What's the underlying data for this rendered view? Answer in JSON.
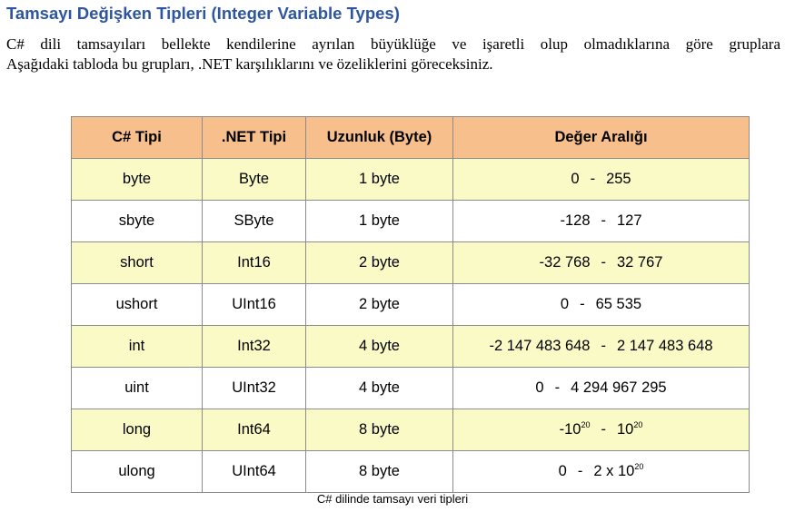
{
  "heading": "Tamsayı Değişken Tipleri (Integer Variable Types)",
  "intro": {
    "line1": "C# dili tamsayıları bellekte kendilerine ayrılan büyüklüğe ve işaretli olup olmadıklarına göre gruplara",
    "line2": "Aşağıdaki tabloda bu grupları, .NET karşılıklarını ve özeliklerini göreceksiniz."
  },
  "table": {
    "headers": [
      "C# Tipi",
      ".NET Tipi",
      "Uzunluk (Byte)",
      "Değer Aralığı"
    ],
    "rows": [
      {
        "cs": "byte",
        "net": "Byte",
        "size": "1 byte",
        "min": "0",
        "max": "255"
      },
      {
        "cs": "sbyte",
        "net": "SByte",
        "size": "1 byte",
        "min": "-128",
        "max": "127"
      },
      {
        "cs": "short",
        "net": "Int16",
        "size": "2 byte",
        "min": "-32 768",
        "max": "32 767"
      },
      {
        "cs": "ushort",
        "net": "UInt16",
        "size": "2 byte",
        "min": "0",
        "max": "65 535"
      },
      {
        "cs": "int",
        "net": "Int32",
        "size": "4 byte",
        "min": "-2 147 483 648",
        "max": "2 147 483 648"
      },
      {
        "cs": "uint",
        "net": "UInt32",
        "size": "4 byte",
        "min": "0",
        "max": "4 294 967 295"
      },
      {
        "cs": "long",
        "net": "Int64",
        "size": "8 byte",
        "min": "-10",
        "min_exp": "20",
        "max": "10",
        "max_exp": "20"
      },
      {
        "cs": "ulong",
        "net": "UInt64",
        "size": "8 byte",
        "min": "0",
        "max": "2 x 10",
        "max_exp": "20"
      }
    ],
    "separator": "-"
  },
  "caption": "C# dilinde tamsayı veri tipleri",
  "colors": {
    "heading": "#2e55a0",
    "header_bg": "#f7bf8b",
    "odd_row_bg": "#fafac6",
    "even_row_bg": "#ffffff",
    "border": "#8c8c8c"
  }
}
